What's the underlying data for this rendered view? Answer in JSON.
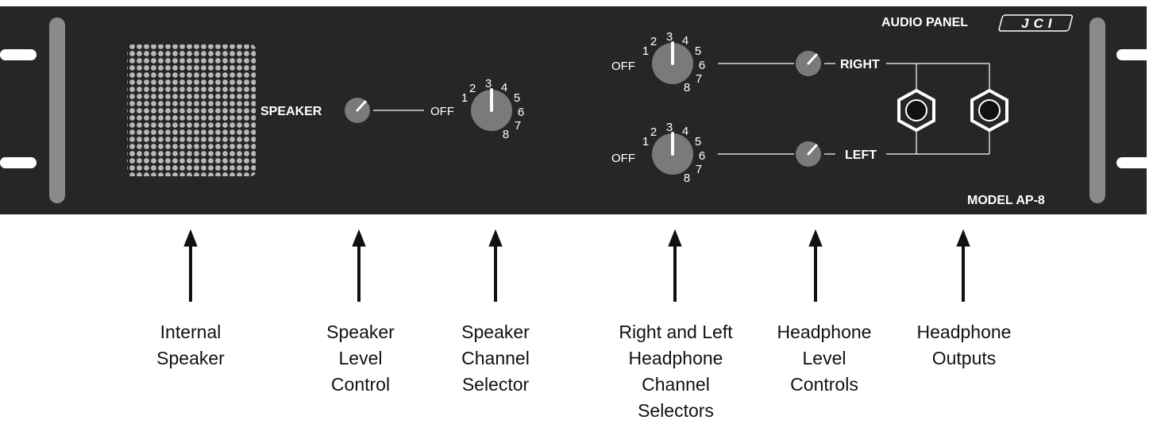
{
  "panel": {
    "title": "AUDIO PANEL",
    "brand": "JCI",
    "model": "MODEL AP-8",
    "speaker_label": "SPEAKER",
    "right_label": "RIGHT",
    "left_label": "LEFT",
    "off_label": "OFF",
    "dial_numbers": [
      "1",
      "2",
      "3",
      "4",
      "5",
      "6",
      "7",
      "8"
    ],
    "colors": {
      "panel": "#262626",
      "knob": "#7a7a7a",
      "grille": "#b0b0b0",
      "handle": "#8a8a8a"
    }
  },
  "callouts": [
    {
      "id": "internal-speaker",
      "lines": [
        "Internal",
        "Speaker"
      ]
    },
    {
      "id": "speaker-level-control",
      "lines": [
        "Speaker",
        "Level",
        "Control"
      ]
    },
    {
      "id": "speaker-channel-selector",
      "lines": [
        "Speaker",
        "Channel",
        "Selector"
      ]
    },
    {
      "id": "headphone-channel-selectors",
      "lines": [
        "Right and Left",
        "Headphone",
        "Channel",
        "Selectors"
      ]
    },
    {
      "id": "headphone-level-controls",
      "lines": [
        "Headphone",
        "Level",
        "Controls"
      ]
    },
    {
      "id": "headphone-outputs",
      "lines": [
        "Headphone",
        "Outputs"
      ]
    }
  ]
}
